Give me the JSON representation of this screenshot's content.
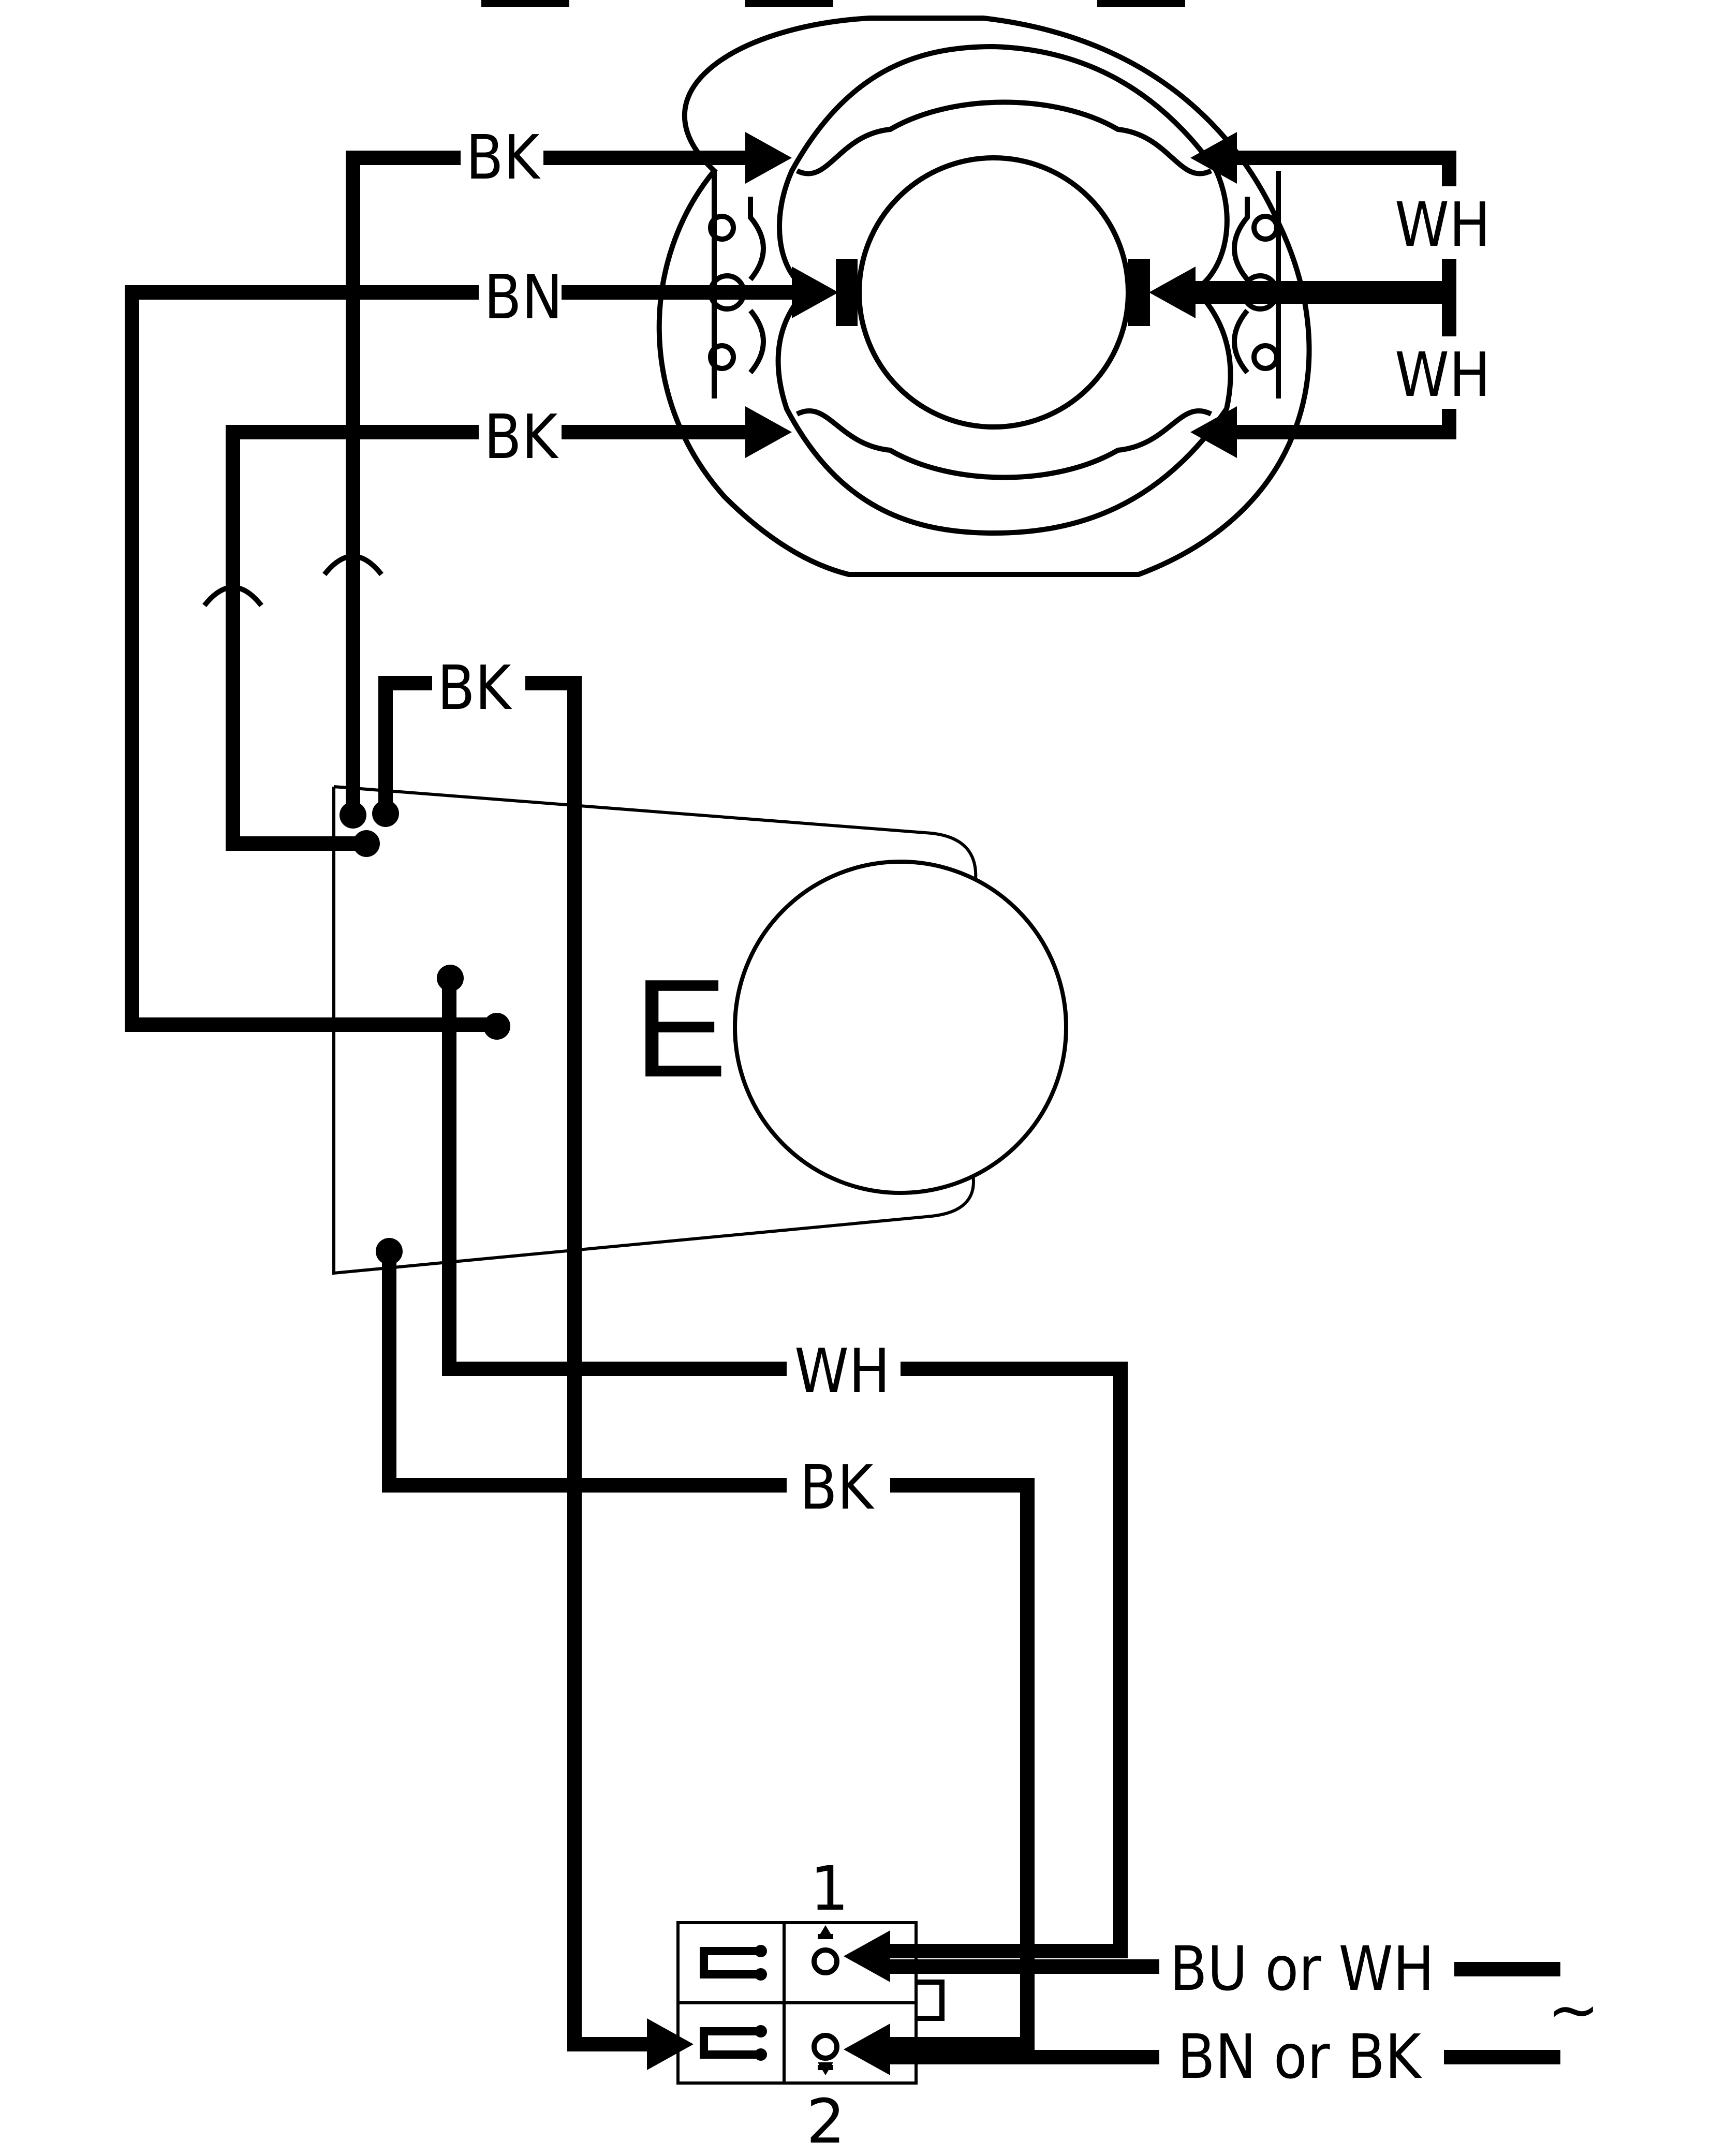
{
  "motor_labels": {
    "bk_top": "BK",
    "bn_mid": "BN",
    "bk_lower": "BK",
    "wh_upper": "WH",
    "wh_lower": "WH"
  },
  "capacitor_label": "BK",
  "component_letter": "E",
  "lower_wires": {
    "wh": "WH",
    "bk": "BK"
  },
  "terminal": {
    "top_number": "1",
    "bottom_number": "2"
  },
  "supply": {
    "line1": "BU or WH",
    "line2": "BN or BK",
    "ac_symbol": "~"
  }
}
